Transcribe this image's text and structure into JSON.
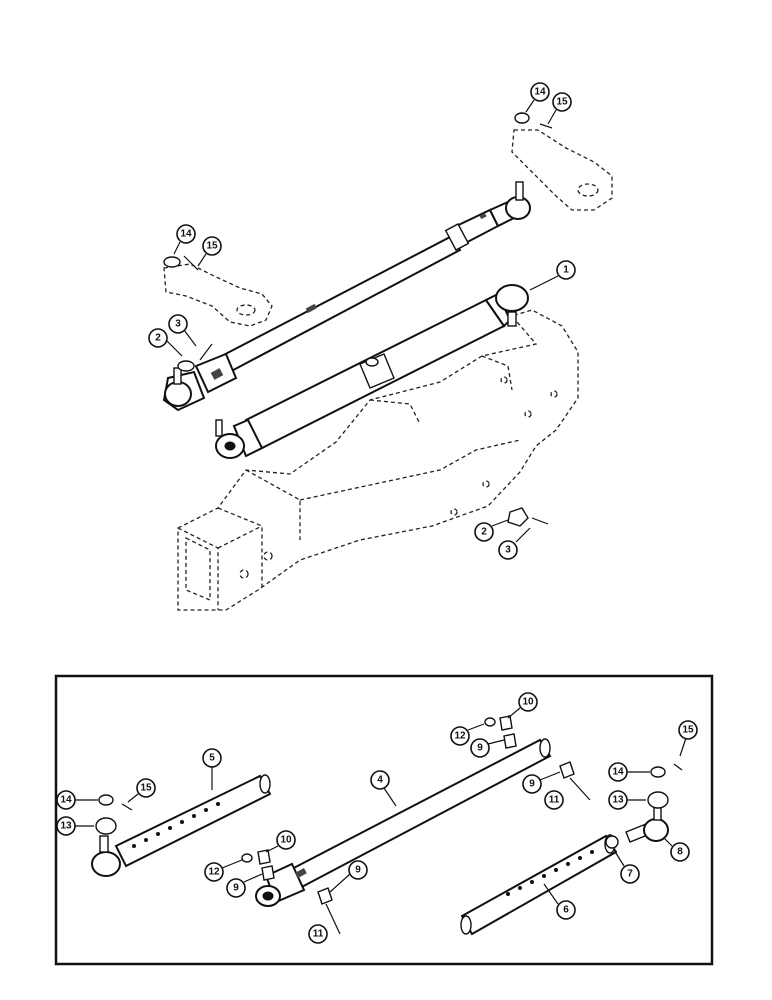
{
  "callouts": {
    "top": [
      {
        "id": "c1",
        "label": "1"
      },
      {
        "id": "c2a",
        "label": "2"
      },
      {
        "id": "c3a",
        "label": "3"
      },
      {
        "id": "c2b",
        "label": "2"
      },
      {
        "id": "c3b",
        "label": "3"
      },
      {
        "id": "c14a",
        "label": "14"
      },
      {
        "id": "c15a",
        "label": "15"
      },
      {
        "id": "c14b",
        "label": "14"
      },
      {
        "id": "c15b",
        "label": "15"
      }
    ],
    "inset": [
      {
        "id": "c4",
        "label": "4"
      },
      {
        "id": "c5",
        "label": "5"
      },
      {
        "id": "c6",
        "label": "6"
      },
      {
        "id": "c7",
        "label": "7"
      },
      {
        "id": "c8",
        "label": "8"
      },
      {
        "id": "c9a",
        "label": "9"
      },
      {
        "id": "c9b",
        "label": "9"
      },
      {
        "id": "c9c",
        "label": "9"
      },
      {
        "id": "c9d",
        "label": "9"
      },
      {
        "id": "c10a",
        "label": "10"
      },
      {
        "id": "c10b",
        "label": "10"
      },
      {
        "id": "c11a",
        "label": "11"
      },
      {
        "id": "c11b",
        "label": "11"
      },
      {
        "id": "c12a",
        "label": "12"
      },
      {
        "id": "c12b",
        "label": "12"
      },
      {
        "id": "c13a",
        "label": "13"
      },
      {
        "id": "c13b",
        "label": "13"
      },
      {
        "id": "c14c",
        "label": "14"
      },
      {
        "id": "c14d",
        "label": "14"
      },
      {
        "id": "c15c",
        "label": "15"
      },
      {
        "id": "c15d",
        "label": "15"
      }
    ]
  }
}
